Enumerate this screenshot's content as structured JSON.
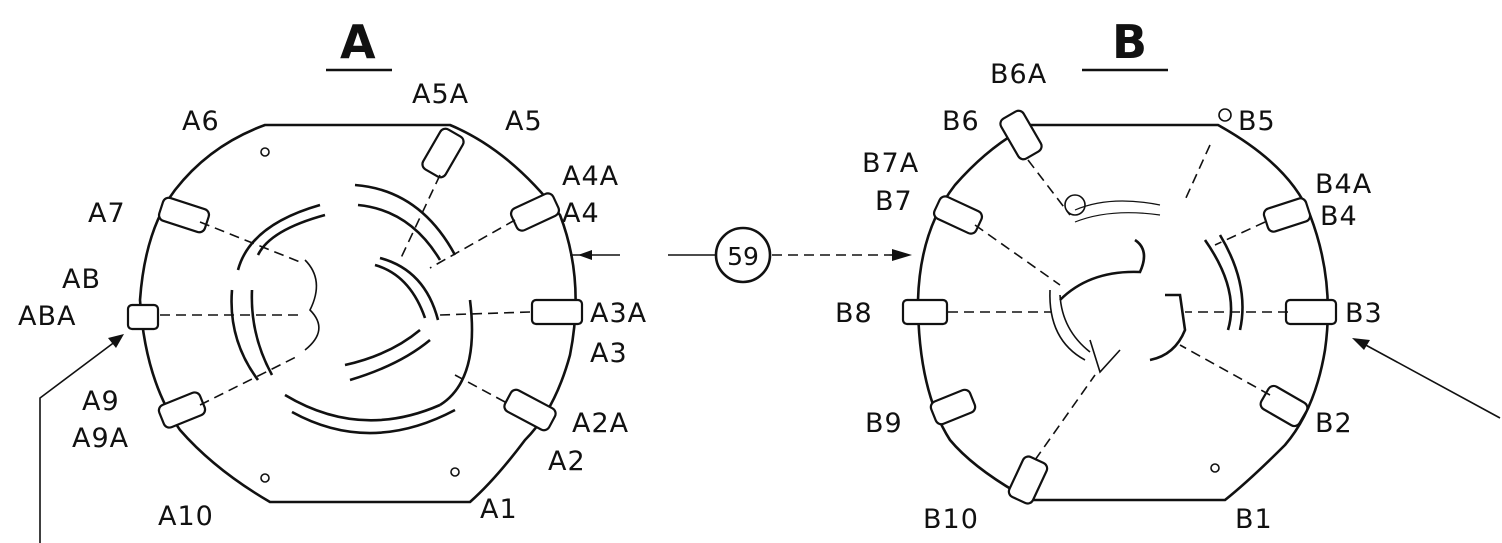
{
  "titles": {
    "a": "A",
    "b": "B"
  },
  "callout": "59",
  "labels_a": {
    "a1": "A1",
    "a2": "A2",
    "a2a": "A2A",
    "a3": "A3",
    "a3a": "A3A",
    "a4": "A4",
    "a4a": "A4A",
    "a5": "A5",
    "a5a": "A5A",
    "a6": "A6",
    "a7": "A7",
    "ab": "AB",
    "aba": "ABA",
    "a9": "A9",
    "a9a": "A9A",
    "a10": "A10"
  },
  "labels_b": {
    "b1": "B1",
    "b2": "B2",
    "b3": "B3",
    "b4": "B4",
    "b4a": "B4A",
    "b5": "B5",
    "b6": "B6",
    "b6a": "B6A",
    "b7": "B7",
    "b7a": "B7A",
    "b8": "B8",
    "b9": "B9",
    "b10": "B10"
  }
}
